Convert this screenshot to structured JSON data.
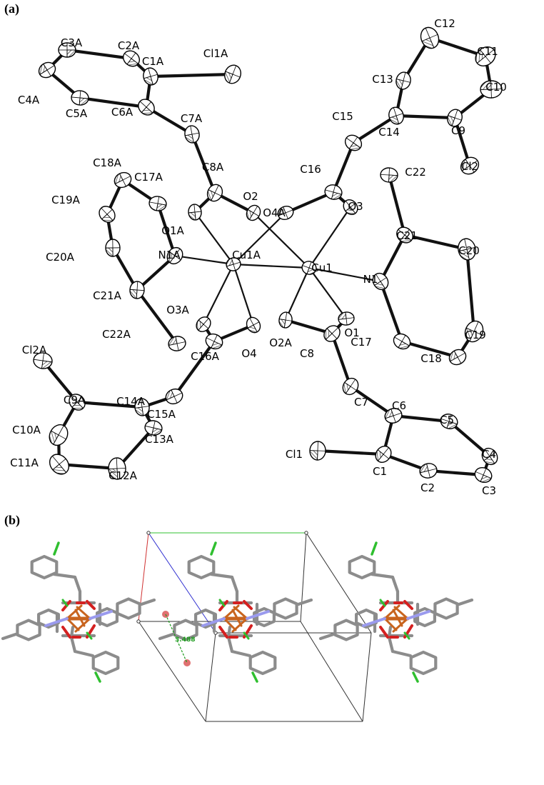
{
  "panels": {
    "a": {
      "label": "(a)"
    },
    "b": {
      "label": "(b)",
      "contact_distance": "3.488"
    }
  },
  "atoms": [
    {
      "label": "C3A"
    },
    {
      "label": "C2A"
    },
    {
      "label": "C1A"
    },
    {
      "label": "Cl1A"
    },
    {
      "label": "C4A"
    },
    {
      "label": "C5A"
    },
    {
      "label": "C6A"
    },
    {
      "label": "C7A"
    },
    {
      "label": "C8A"
    },
    {
      "label": "C18A"
    },
    {
      "label": "C17A"
    },
    {
      "label": "C19A"
    },
    {
      "label": "O1A"
    },
    {
      "label": "O2"
    },
    {
      "label": "O4A"
    },
    {
      "label": "C16"
    },
    {
      "label": "O3"
    },
    {
      "label": "C20A"
    },
    {
      "label": "N1A"
    },
    {
      "label": "Cu1A"
    },
    {
      "label": "Cu1"
    },
    {
      "label": "N1"
    },
    {
      "label": "C21A"
    },
    {
      "label": "O3A"
    },
    {
      "label": "C22A"
    },
    {
      "label": "C16A"
    },
    {
      "label": "O4"
    },
    {
      "label": "O2A"
    },
    {
      "label": "C8"
    },
    {
      "label": "O1"
    },
    {
      "label": "C17"
    },
    {
      "label": "C12"
    },
    {
      "label": "C13"
    },
    {
      "label": "C11"
    },
    {
      "label": "C10"
    },
    {
      "label": "C15"
    },
    {
      "label": "C14"
    },
    {
      "label": "C9"
    },
    {
      "label": "Cl2"
    },
    {
      "label": "C22"
    },
    {
      "label": "C21"
    },
    {
      "label": "C20"
    },
    {
      "label": "C19"
    },
    {
      "label": "C18"
    },
    {
      "label": "Cl2A"
    },
    {
      "label": "C9A"
    },
    {
      "label": "C14A"
    },
    {
      "label": "C10A"
    },
    {
      "label": "C15A"
    },
    {
      "label": "C13A"
    },
    {
      "label": "C11A"
    },
    {
      "label": "C12A"
    },
    {
      "label": "C7"
    },
    {
      "label": "C6"
    },
    {
      "label": "C5"
    },
    {
      "label": "C4"
    },
    {
      "label": "Cl1"
    },
    {
      "label": "C1"
    },
    {
      "label": "C2"
    },
    {
      "label": "C3"
    }
  ],
  "colors": {
    "bond": "#111111",
    "copper": "#c8641e",
    "oxygen": "#d42020",
    "nitrogen": "#9a9aee",
    "chlorine": "#2fbf2f",
    "carbon": "#8c8c8c",
    "cell_a": "#d03030",
    "cell_b": "#3030d0",
    "cell_c": "#30c030",
    "cell_edge": "#333333",
    "centroid": "#e07070",
    "contact": "#1a9a1a"
  }
}
